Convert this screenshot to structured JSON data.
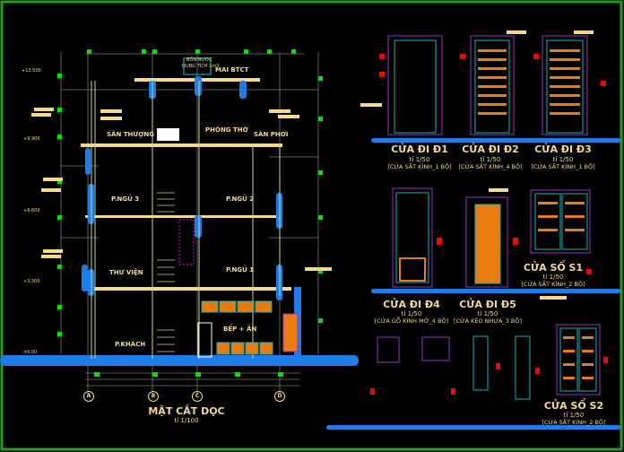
{
  "colors": {
    "background": "#000000",
    "frame": "#1fa01f",
    "slab": "#f5d98a",
    "wall_blue": "#1e7de6",
    "grid_green": "#00e600",
    "marker_red": "#ff0000",
    "door_cyan": "#19b5b5",
    "door_purple": "#9b30d0",
    "door_orange": "#e87c10"
  },
  "section": {
    "title": "MẶT CẮT DỌC",
    "scale": "tỉ 1/100",
    "roof_label": "MÁI BTCT",
    "tank_label": "BỒN NƯỚC",
    "tank_sub": "DUNG TÍCH 1m3",
    "rooms": [
      "SÂN THƯỢNG",
      "PHÒNG THỜ",
      "SÂN PHƠI",
      "P.NGỦ 3",
      "P.NGỦ 2",
      "THƯ VIỆN",
      "P.NGỦ 1",
      "BẾP + ĂN",
      "P.KHÁCH"
    ],
    "levels": [
      "+13.500",
      "+9.900",
      "+6.600",
      "+3.300",
      "±0.00"
    ],
    "axes": [
      "A",
      "B",
      "C",
      "D"
    ]
  },
  "details": [
    {
      "title": "CỬA ĐI Đ1",
      "scale": "tỉ 1/50",
      "note": "[CỬA SẮT KÍNH_1 BỘ]"
    },
    {
      "title": "CỬA ĐI Đ2",
      "scale": "tỉ 1/50",
      "note": "[CỬA SẮT KÍNH_4 BỘ]"
    },
    {
      "title": "CỬA ĐI Đ3",
      "scale": "tỉ 1/50",
      "note": "[CỬA SẮT KÍNH_1 BỘ]"
    },
    {
      "title": "CỬA SỔ S1",
      "scale": "tỉ 1/50",
      "note": "[CỬA SẮT KÍNH_2 BỘ]"
    },
    {
      "title": "CỬA ĐI Đ4",
      "scale": "tỉ 1/50",
      "note": "[CỬA GỖ KÍNH MỜ_4 BỘ]"
    },
    {
      "title": "CỬA ĐI Đ5",
      "scale": "tỉ 1/50",
      "note": "[CỬA KÉO NHỰA_3 BỘ]"
    },
    {
      "title": "CỬA SỔ S2",
      "scale": "tỉ 1/50",
      "note": "[CỬA SẮT KÍNH_2 BỘ]"
    }
  ]
}
